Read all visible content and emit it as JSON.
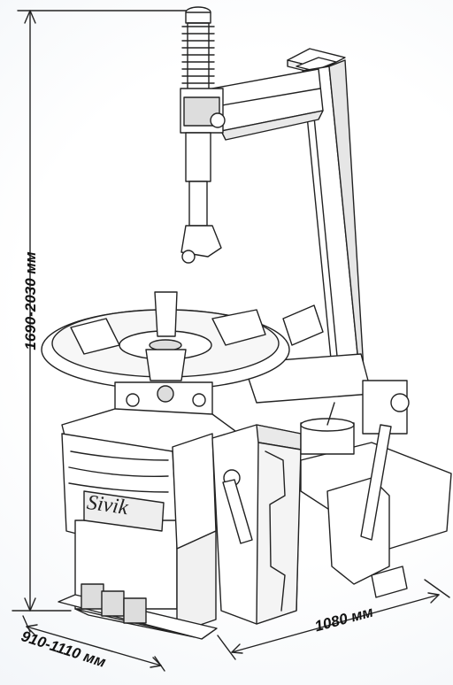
{
  "dimensions": {
    "height": "1690-2030 мм",
    "width": "910-1110 мм",
    "depth": "1080 мм"
  },
  "brand": {
    "logo_text": "Sivik"
  }
}
